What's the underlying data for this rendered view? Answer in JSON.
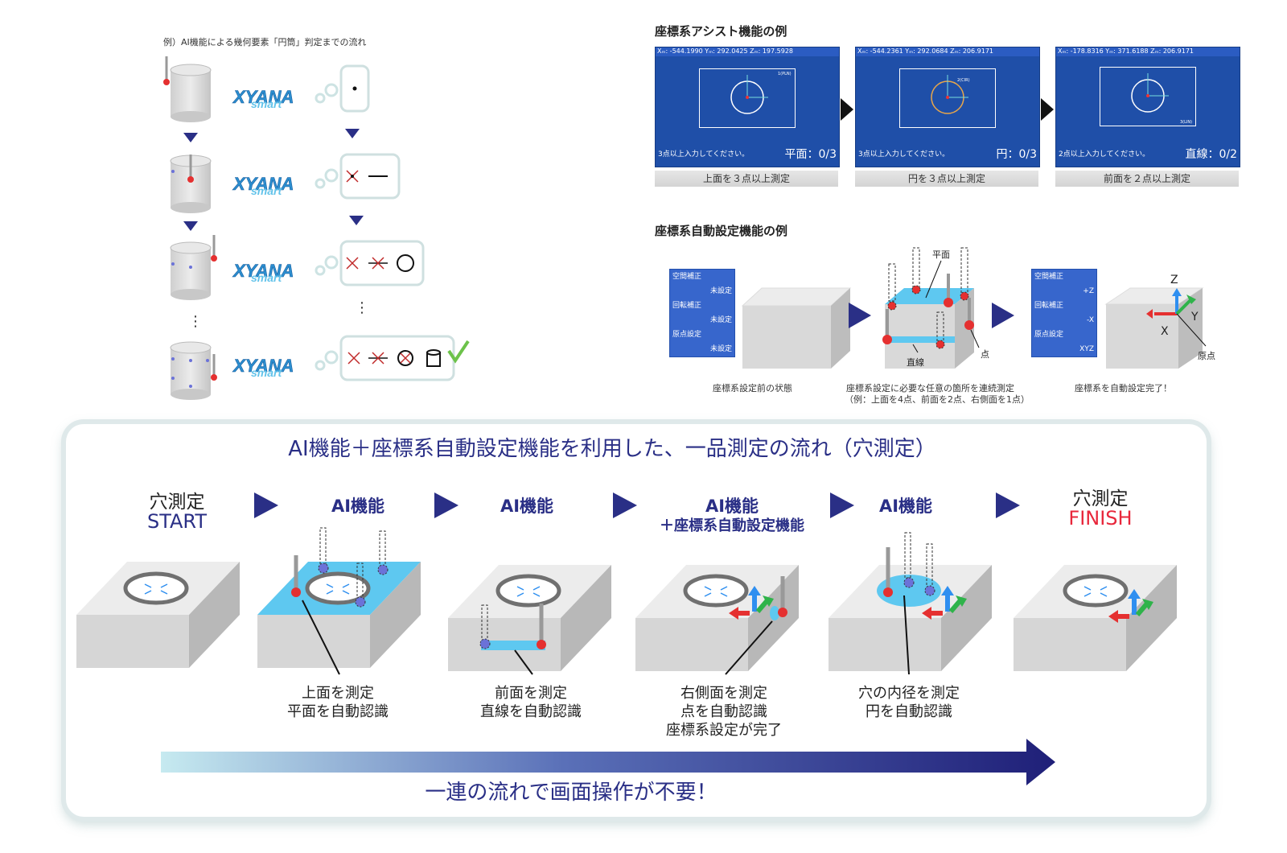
{
  "left": {
    "caption": "例）AI機能による幾何要素「円筒」判定までの流れ",
    "logo_top": "XYANA",
    "logo_bottom": "smart",
    "ellipsis": "⋮"
  },
  "assist": {
    "heading": "座標系アシスト機能の例",
    "screens": [
      {
        "coords": "Xₘ: -544.1990  Yₘ: 292.0425  Zₘ: 197.5928",
        "msg": "3点以上入力してください。",
        "count": "平面：0/3",
        "caption": "上面を３点以上測定",
        "win_label": "1(PLN)"
      },
      {
        "coords": "Xₘ: -544.2361  Yₘ: 292.0684  Zₘ: 206.9171",
        "msg": "3点以上入力してください。",
        "count": "円：0/3",
        "caption": "円を３点以上測定",
        "win_label": "2(CIR)"
      },
      {
        "coords": "Xₘ: -178.8316  Yₘ: 371.6188  Zₘ: 206.9171",
        "msg": "2点以上入力してください。",
        "count": "直線：0/2",
        "caption": "前面を２点以上測定",
        "win_label": "3(LIN)"
      }
    ]
  },
  "auto": {
    "heading": "座標系自動設定機能の例",
    "panel_before": [
      {
        "label": "空間補正",
        "value": "未設定"
      },
      {
        "label": "回転補正",
        "value": "未設定"
      },
      {
        "label": "原点設定",
        "value": "未設定"
      }
    ],
    "panel_after": [
      {
        "label": "空間補正",
        "value": "+Z"
      },
      {
        "label": "回転補正",
        "value": "-X"
      },
      {
        "label": "原点設定",
        "value": "XYZ"
      }
    ],
    "label_plane": "平面",
    "label_line": "直線",
    "label_point": "点",
    "label_origin": "原点",
    "axis_x": "X",
    "axis_y": "Y",
    "axis_z": "Z",
    "cap_before": "座標系設定前の状態",
    "cap_mid_1": "座標系設定に必要な任意の箇所を連続測定",
    "cap_mid_2": "（例：上面を4点、前面を2点、右側面を1点）",
    "cap_after": "座標系を自動設定完了！"
  },
  "flow": {
    "title": "AI機能＋座標系自動設定機能を利用した、一品測定の流れ（穴測定）",
    "start_1": "穴測定",
    "start_2": "START",
    "finish_1": "穴測定",
    "finish_2": "FINISH",
    "ai": "AI機能",
    "ai_plus_1": "AI機能",
    "ai_plus_2": "＋座標系自動設定機能",
    "cap1_1": "上面を測定",
    "cap1_2": "平面を自動認識",
    "cap2_1": "前面を測定",
    "cap2_2": "直線を自動認識",
    "cap3_1": "右側面を測定",
    "cap3_2": "点を自動認識",
    "cap3_3": "座標系設定が完了",
    "cap4_1": "穴の内径を測定",
    "cap4_2": "円を自動認識",
    "bottom": "一連の流れで画面操作が不要！"
  },
  "colors": {
    "navy": "#2a2f86",
    "finish_red": "#e8273b",
    "screen_blue": "#1f4fa8",
    "cyan": "#5ec8f0"
  }
}
